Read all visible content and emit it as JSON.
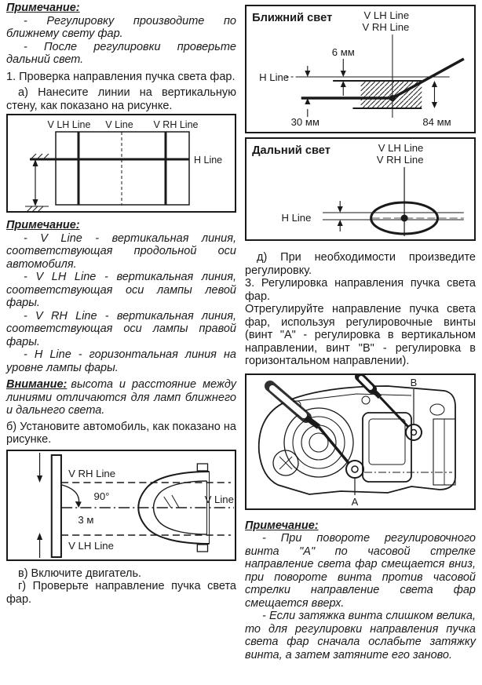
{
  "doc": {
    "colors": {
      "ink": "#1a1a1a",
      "paper": "#ffffff"
    },
    "left": {
      "note1": {
        "heading": "Примечание:",
        "item1": "- Регулировку производите по ближнему свету фар.",
        "item2": "- После регулировки проверьте дальний свет."
      },
      "step1_title": "1. Проверка направления пучка света фар.",
      "step1a": "а) Нанесите линии на вертикальную стену, как показано на рисунке.",
      "fig_wall": {
        "v_lh_label": "V LH Line",
        "v_label": "V Line",
        "v_rh_label": "V RH Line",
        "h_label": "H Line"
      },
      "note2": {
        "heading": "Примечание:",
        "item1": "- V Line - вертикальная линия, соответствующая продольной оси автомобиля.",
        "item2": "- V LH Line - вертикальная линия, соответствующая оси лампы левой фары.",
        "item3": "- V RH Line - вертикальная линия, соответствующая оси лампы правой фары.",
        "item4": "- H Line - горизонтальная линия на уровне лампы фары."
      },
      "warning": {
        "heading": "Внимание:",
        "text": "высота и расстояние между линиями отличаются для ламп ближнего и дальнего света."
      },
      "step1b": "б) Установите автомобиль, как показано на рисунке.",
      "fig_car": {
        "v_rh_label": "V RH Line",
        "angle_label": "90°",
        "distance_label": "3 м",
        "v_label": "V Line",
        "v_lh_label": "V LH Line"
      },
      "step1v": "в) Включите двигатель.",
      "step1g": "г) Проверьте направление пучка света фар."
    },
    "right": {
      "fig_low_beam": {
        "title": "Ближний свет",
        "v_lh_label": "V LH Line",
        "v_rh_label": "V RH Line",
        "dim_6mm": "6 мм",
        "h_label": "H Line",
        "dim_30mm": "30 мм",
        "dim_84mm": "84 мм"
      },
      "fig_high_beam": {
        "title": "Дальний свет",
        "v_lh_label": "V LH Line",
        "v_rh_label": "V RH Line",
        "h_label": "H Line"
      },
      "step1d": "д) При необходимости произведите регулировку.",
      "step3_title": "3. Регулировка направления пучка света фар.",
      "step3_text": "Отрегулируйте направление пучка света фар, используя регулировочные винты (винт \"А\" - регулировка в вертикальном направлении, винт \"В\" - регулировка в горизонтальном направлении).",
      "fig_adjust": {
        "screw_a_label": "A",
        "screw_b_label": "B"
      },
      "note3": {
        "heading": "Примечание:",
        "item1": "- При повороте регулировочного винта \"А\" по часовой стрелке направление света фар смещается вниз, при повороте винта против часовой стрелки направление света фар смещается вверх.",
        "item2": "- Если затяжка винта слишком велика, то для регулировки направления пучка света фар сначала ослабьте затяжку винта, а затем затяните его заново."
      }
    }
  }
}
